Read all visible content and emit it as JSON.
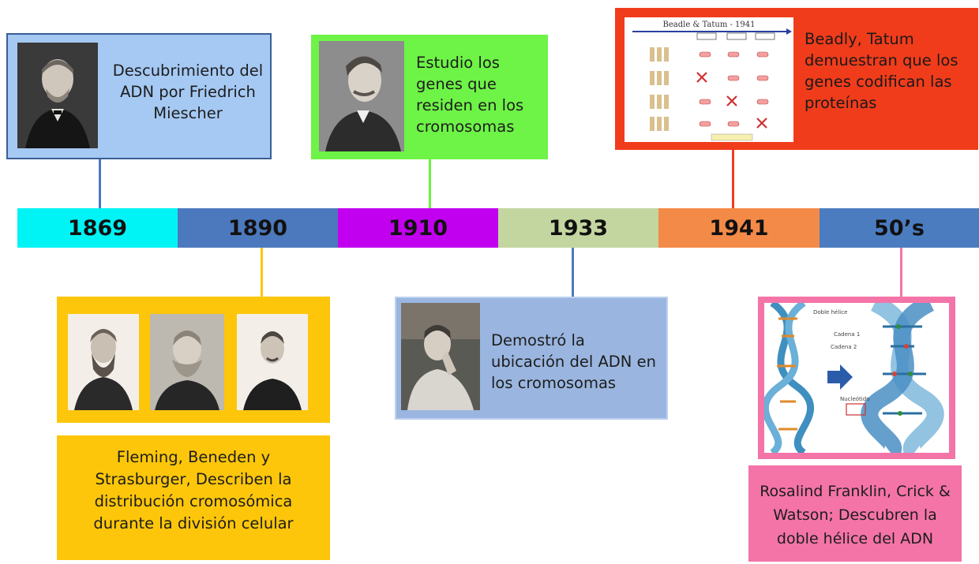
{
  "timeline": {
    "segments": [
      {
        "label": "1869",
        "color": "#00f3f5"
      },
      {
        "label": "1890",
        "color": "#4c79bd"
      },
      {
        "label": "1910",
        "color": "#c200f0"
      },
      {
        "label": "1933",
        "color": "#c4d6a0"
      },
      {
        "label": "1941",
        "color": "#f48a48"
      },
      {
        "label": "50’s",
        "color": "#4b7cc0"
      }
    ]
  },
  "events": {
    "miescher": {
      "text": "Descubrimiento del ADN por Friedrich Miescher",
      "bg": "#a5c9f3",
      "border": "#3a5f95",
      "photo_icon": "portrait-photo"
    },
    "genes_cromosomas": {
      "text": "Estudio los genes que residen en los cromosomas",
      "bg": "#6ef347",
      "photo_icon": "portrait-photo"
    },
    "beadle_tatum": {
      "text": "Beadly, Tatum demuestran que los genes codifican las proteínas",
      "bg": "#f13c1b",
      "figure_title": "Beadle & Tatum - 1941",
      "figure_icon": "experiment-diagram"
    },
    "fleming_group": {
      "caption": "Fleming, Beneden y Strasburger, Describen la distribución  cromosómica durante la división celular",
      "bg": "#fdc60a",
      "photo_icon": "three-portraits"
    },
    "dna_location": {
      "text": "Demostró la ubicación del ADN en los cromosomas",
      "bg": "#9ab6e0",
      "photo_icon": "portrait-photo"
    },
    "double_helix": {
      "caption": "Rosalind Franklin, Crick & Watson; Descubren la  doble hélice del ADN",
      "bg": "#f474a8",
      "figure_icon": "dna-double-helix",
      "figure_labels": {
        "title": "Doble hélice",
        "strand1": "Cadena 1",
        "strand2": "Cadena 2",
        "nucleotide": "Nucleótido"
      }
    }
  }
}
